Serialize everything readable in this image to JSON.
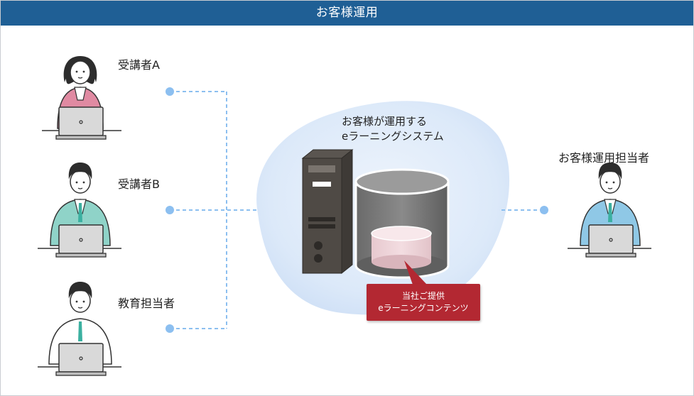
{
  "header": {
    "title": "お客様運用"
  },
  "people": {
    "student_a": "受講者A",
    "student_b": "受講者B",
    "education_manager": "教育担当者",
    "operator": "お客様運用担当者"
  },
  "system": {
    "line1": "お客様が運用する",
    "line2": "eラーニングシステム"
  },
  "callout": {
    "line1": "当社ご提供",
    "line2": "eラーニングコンテンツ"
  },
  "colors": {
    "header": "#1f5f95",
    "callout": "#b32832",
    "connector": "#8cbff0",
    "cloud": "#dbe8f8",
    "shirt_pink": "#e08aa2",
    "shirt_teal": "#8fd3c8",
    "shirt_blue": "#8fc8e6"
  }
}
